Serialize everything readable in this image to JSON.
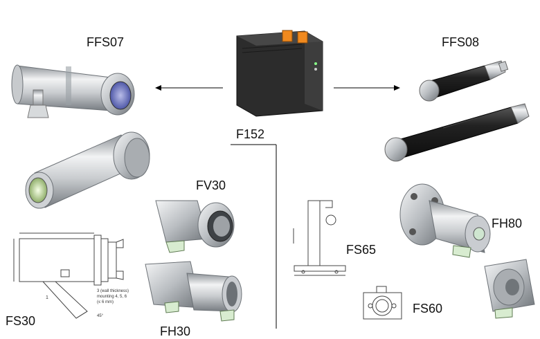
{
  "labels": {
    "ffs07": "FFS07",
    "ffs08": "FFS08",
    "f152": "F152",
    "fv30": "FV30",
    "fh80": "FH80",
    "fs65": "FS65",
    "fs30": "FS30",
    "fs60": "FS60",
    "fh30": "FH30"
  },
  "drawing_notes": {
    "fs30_note_line1": "3 (wall thickness)",
    "fs30_note_line2": "mounting 4, 5, 6",
    "fs30_note_line3": "(≤ 6 mm)",
    "fs30_angle": "45°",
    "fs30_num": "1"
  },
  "colors": {
    "steel_light": "#e8eaec",
    "steel_dark": "#8a8f94",
    "housing": "#2a2a2a",
    "accent_orange": "#f0891e",
    "lens_blue": "#7d85c9",
    "lens_green": "#c8e89a",
    "rubber": "#1f1f1f",
    "tab_green": "#d8ecd0"
  }
}
